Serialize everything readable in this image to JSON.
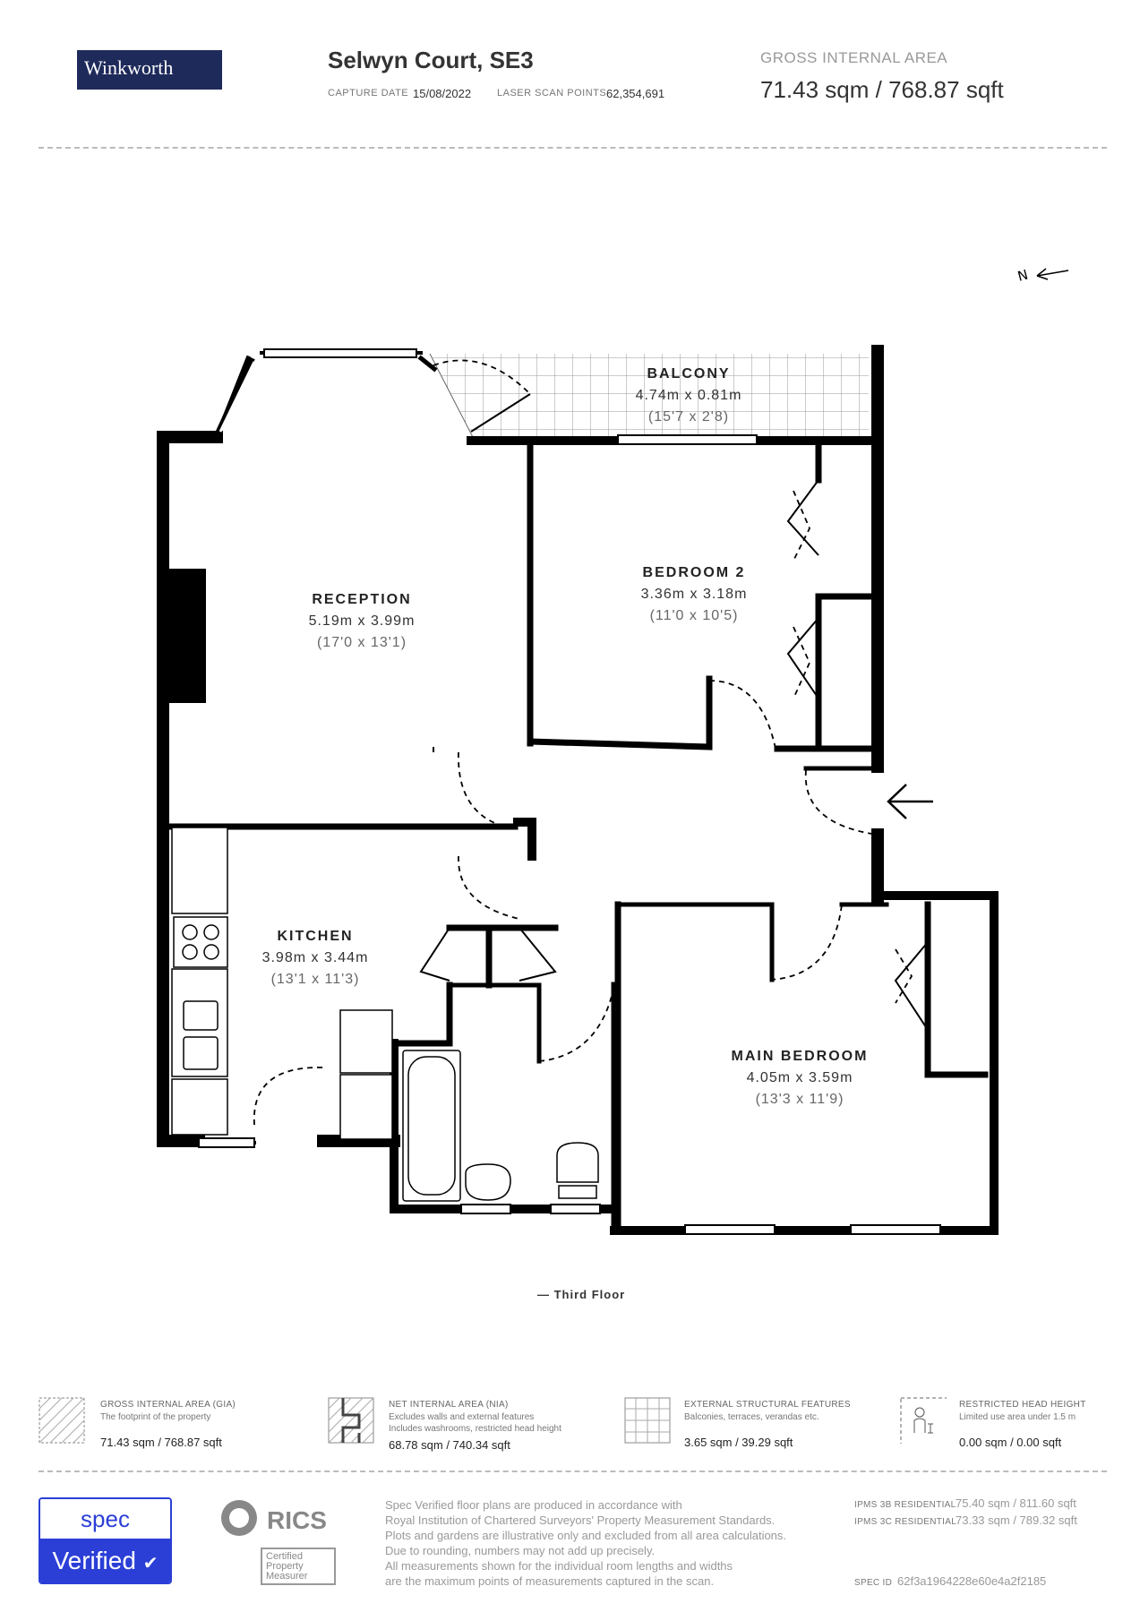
{
  "header": {
    "brand": "Winkworth",
    "property_title": "Selwyn Court, SE3",
    "capture_date_label": "CAPTURE DATE",
    "capture_date": "15/08/2022",
    "scan_points_label": "LASER SCAN POINTS",
    "scan_points": "62,354,691",
    "gia_label": "GROSS INTERNAL AREA",
    "gia_value": "71.43 sqm / 768.87 sqft"
  },
  "compass": {
    "label": "N"
  },
  "rooms": {
    "balcony": {
      "name": "BALCONY",
      "metric": "4.74m x 0.81m",
      "imperial": "(15'7 x 2'8)"
    },
    "bedroom2": {
      "name": "BEDROOM 2",
      "metric": "3.36m x 3.18m",
      "imperial": "(11'0 x 10'5)"
    },
    "reception": {
      "name": "RECEPTION",
      "metric": "5.19m x 3.99m",
      "imperial": "(17'0 x 13'1)"
    },
    "kitchen": {
      "name": "KITCHEN",
      "metric": "3.98m x 3.44m",
      "imperial": "(13'1 x 11'3)"
    },
    "main_bedroom": {
      "name": "MAIN BEDROOM",
      "metric": "4.05m x 3.59m",
      "imperial": "(13'3 x 11'9)"
    }
  },
  "floor_label": "— Third Floor",
  "legend": [
    {
      "title": "GROSS INTERNAL AREA (GIA)",
      "lines": [
        "The footprint of the property"
      ],
      "value": "71.43 sqm / 768.87 sqft"
    },
    {
      "title": "NET INTERNAL AREA (NIA)",
      "lines": [
        "Excludes walls and external features",
        "Includes washrooms, restricted head height"
      ],
      "value": "68.78 sqm / 740.34 sqft"
    },
    {
      "title": "EXTERNAL STRUCTURAL FEATURES",
      "lines": [
        "Balconies, terraces, verandas etc."
      ],
      "value": "3.65 sqm / 39.29 sqft"
    },
    {
      "title": "RESTRICTED HEAD HEIGHT",
      "lines": [
        "Limited use area under 1.5 m"
      ],
      "value": "0.00 sqm / 0.00 sqft"
    }
  ],
  "footer": {
    "spec_brand": "spec",
    "spec_verified": "Verified",
    "rics": "RICS",
    "rics_cert": [
      "Certified",
      "Property",
      "Measurer"
    ],
    "disclaimer": [
      "Spec Verified floor plans are produced in accordance with",
      "Royal Institution of Chartered Surveyors' Property Measurement Standards.",
      "Plots and gardens are illustrative only and excluded from all area calculations.",
      "Due to rounding, numbers may not add up precisely.",
      "All measurements shown for the individual room lengths and widths",
      "are the maximum points of measurements captured in the scan."
    ],
    "ipms_3b_label": "IPMS 3B RESIDENTIAL",
    "ipms_3b_value": "75.40 sqm / 811.60 sqft",
    "ipms_3c_label": "IPMS 3C RESIDENTIAL",
    "ipms_3c_value": "73.33 sqm / 789.32 sqft",
    "spec_id_label": "SPEC ID",
    "spec_id_value": "62f3a1964228e60e4a2f2185"
  }
}
